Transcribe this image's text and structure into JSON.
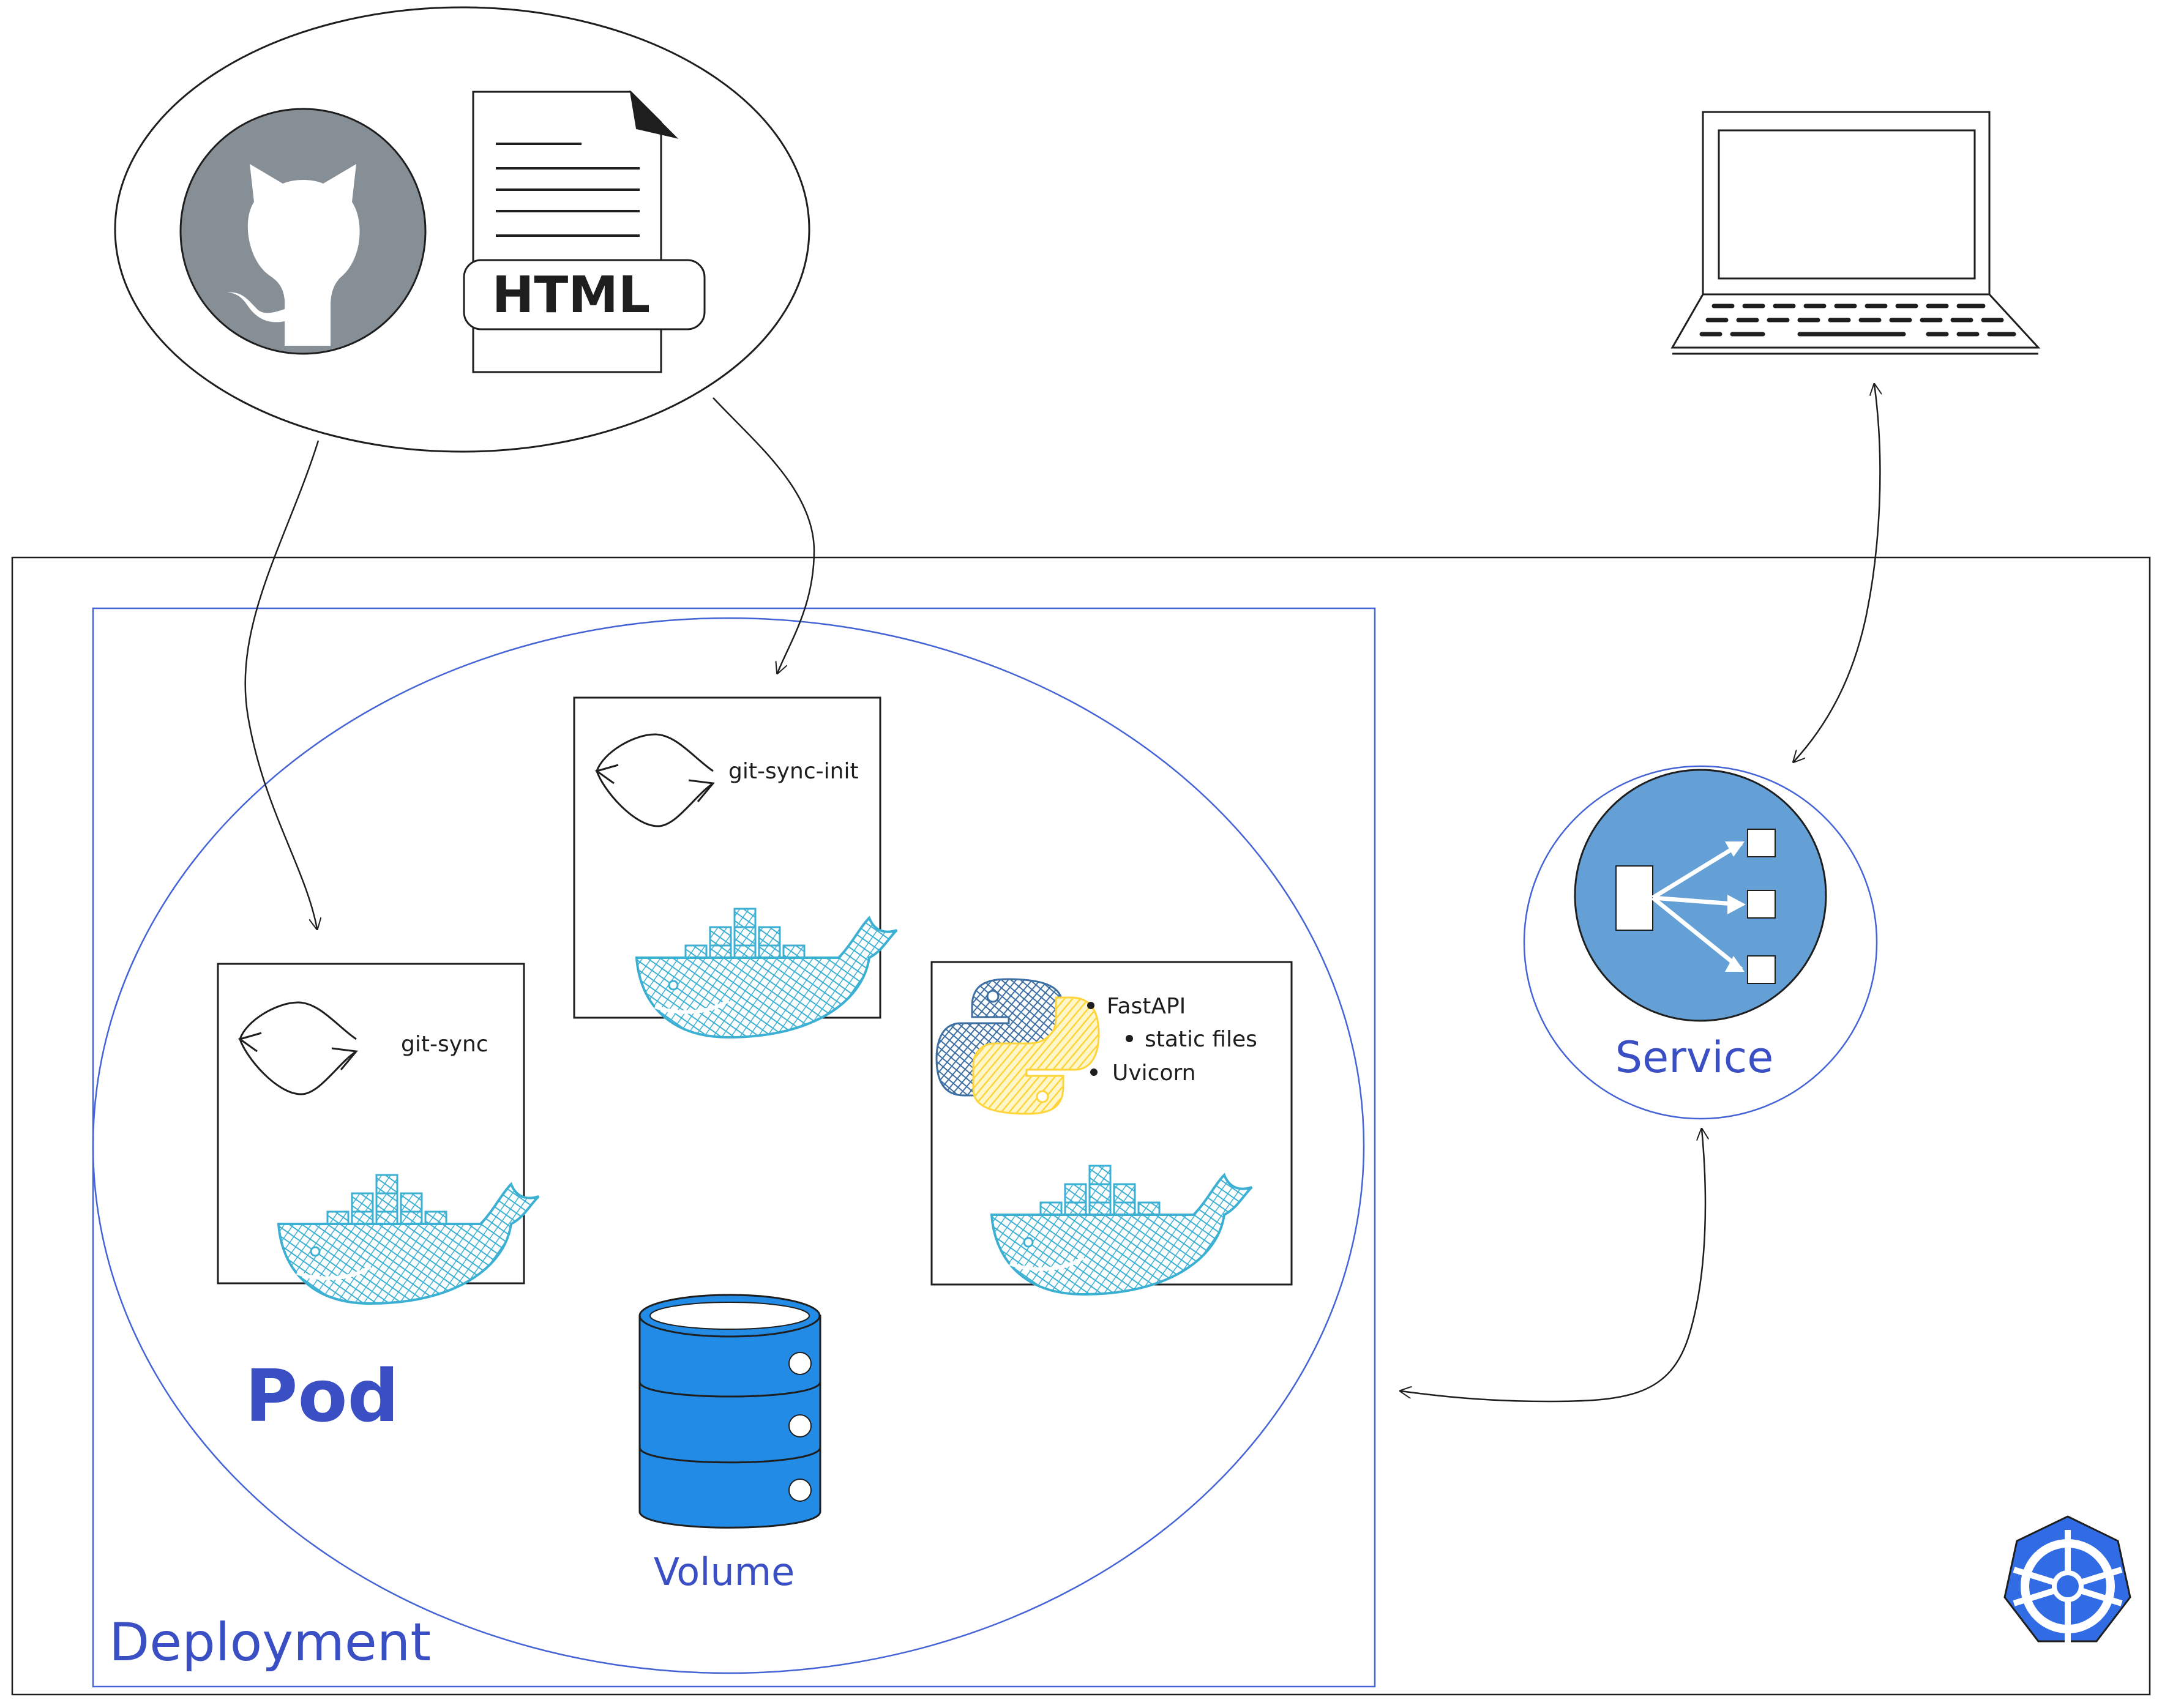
{
  "labels": {
    "html_badge": "HTML",
    "git_sync_init": "git-sync-init",
    "git_sync": "git-sync",
    "app_items": {
      "fastapi": "FastAPI",
      "static_files": "static files",
      "uvicorn": "Uvicorn"
    },
    "pod": "Pod",
    "volume": "Volume",
    "deployment": "Deployment",
    "service": "Service"
  },
  "icons": {
    "github": "github-octocat-icon",
    "document": "html-document-icon",
    "laptop": "laptop-icon",
    "sync": "sync-arrows-icon",
    "docker": "docker-whale-icon",
    "python": "python-logo-icon",
    "database": "database-volume-icon",
    "service": "service-load-balancer-icon",
    "kubernetes": "kubernetes-helm-icon"
  },
  "colors": {
    "blue_text": "#3b4fc4",
    "blue_line": "#4463d6",
    "github_bg": "#868e96",
    "docker": "#3bb0d3",
    "volume": "#228be6",
    "service": "#64a0d6",
    "kubernetes": "#326ce5",
    "python_blue": "#3d6fa3",
    "python_yellow": "#ffd43b"
  }
}
